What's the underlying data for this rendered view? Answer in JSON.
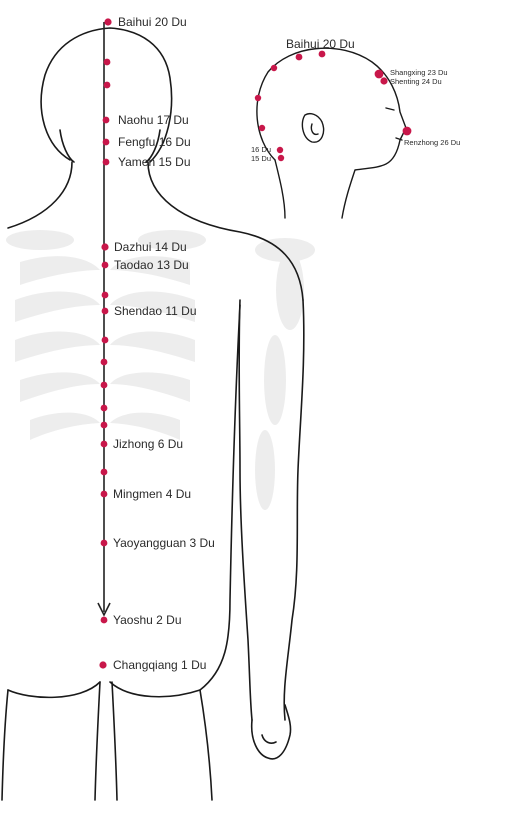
{
  "colors": {
    "point": "#c8174a",
    "line": "#222222",
    "outline": "#1a1a1a",
    "skeleton": "#ececec",
    "label": "#2b2b2b"
  },
  "back_points": {
    "baihui": "Baihui 20 Du",
    "naohu": "Naohu 17 Du",
    "fengfu": "Fengfu 16 Du",
    "yamen": "Yamen 15 Du",
    "dazhui": "Dazhui 14 Du",
    "taodao": "Taodao 13 Du",
    "shendao": "Shendao 11 Du",
    "jizhong": "Jizhong 6 Du",
    "mingmen": "Mingmen 4 Du",
    "yaoyangguan": "Yaoyangguan 3 Du",
    "yaoshu": "Yaoshu 2 Du",
    "changqiang": "Changqiang 1 Du"
  },
  "head_points": {
    "baihui": "Baihui 20 Du",
    "shangxing": "Shangxing 23 Du",
    "shenting": "Shenting 24 Du",
    "renzhong": "Renzhong 26 Du",
    "p16": "16 Du",
    "p15": "15 Du"
  }
}
